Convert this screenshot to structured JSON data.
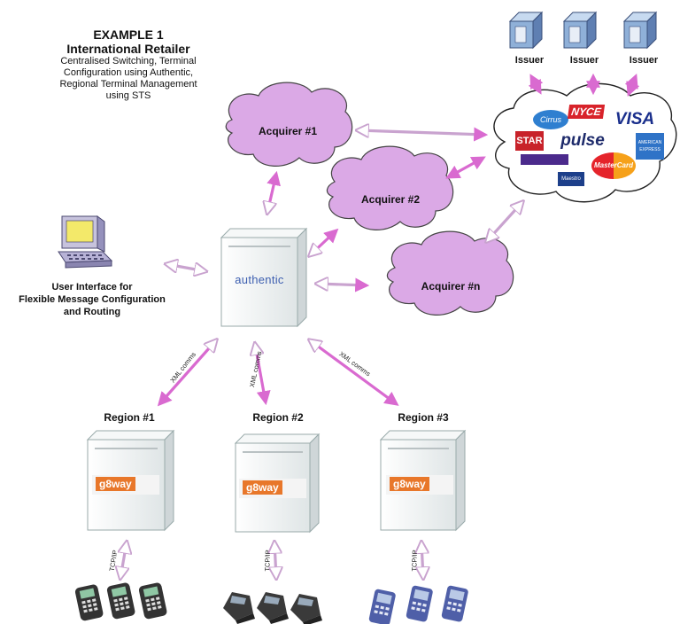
{
  "header": {
    "title": "EXAMPLE 1",
    "subtitle_heading": "International Retailer",
    "description_lines": [
      "Centralised Switching, Terminal",
      "Configuration using Authentic,",
      "Regional Terminal Management",
      "using STS"
    ]
  },
  "issuers": [
    {
      "label": "Issuer"
    },
    {
      "label": "Issuer"
    },
    {
      "label": "Issuer"
    }
  ],
  "network_brands": [
    "Cirrus",
    "NYCE",
    "VISA",
    "STAR",
    "pulse",
    "AMERICAN EXPRESS",
    "MasterCard",
    "Maestro"
  ],
  "acquirers": [
    {
      "label": "Acquirer #1"
    },
    {
      "label": "Acquirer #2"
    },
    {
      "label": "Acquirer #n"
    }
  ],
  "central_server": {
    "logo_text": "authentic"
  },
  "user_interface": {
    "lines": [
      "User Interface for",
      "Flexible Message Configuration",
      "and Routing"
    ]
  },
  "links": {
    "xml_label": "XML comms",
    "tcp_label": "TCP/IP"
  },
  "regions": [
    {
      "label": "Region #1",
      "logo_text": "g8way"
    },
    {
      "label": "Region #2",
      "logo_text": "g8way"
    },
    {
      "label": "Region #3",
      "logo_text": "g8way"
    }
  ],
  "colors": {
    "acquirer_cloud": "#dba9e6",
    "arrow": "#d96ad0",
    "server_face": "#eef2f2",
    "authentic_blue": "#3d5fb0",
    "g8way_orange": "#e8772a"
  }
}
